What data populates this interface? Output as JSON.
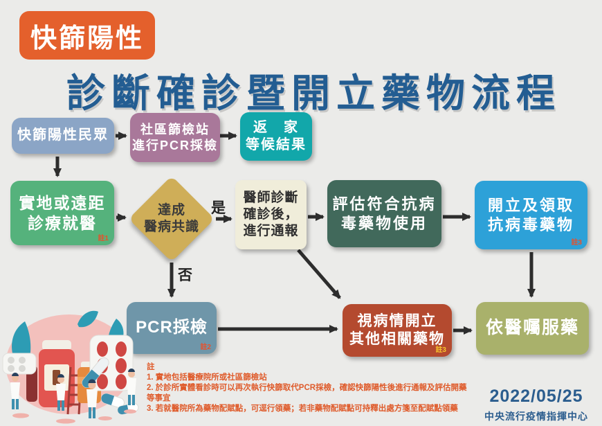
{
  "header": {
    "badge": "快篩陽性",
    "title": "診斷確診暨開立藥物流程"
  },
  "flow": {
    "rapid_positive_public": {
      "text": "快篩陽性民眾"
    },
    "community_station": {
      "line1": "社區篩檢站",
      "line2": "進行PCR採檢"
    },
    "return_home": {
      "line1": "返　家",
      "line2": "等候結果"
    },
    "in_person_telemedicine": {
      "line1": "實地或遠距",
      "line2": "診療就醫",
      "note": "註1"
    },
    "consensus_decision": {
      "line1": "達成",
      "line2": "醫病共識"
    },
    "label_yes": "是",
    "label_no": "否",
    "doctor_diagnosis": {
      "line1": "醫師診斷",
      "line2": "確診後，",
      "line3": "進行通報"
    },
    "evaluate_antiviral": {
      "line1": "評估符合抗病",
      "line2": "毒藥物使用"
    },
    "prescribe_antiviral": {
      "line1": "開立及領取",
      "line2": "抗病毒藥物",
      "note": "註3"
    },
    "pcr_test": {
      "text": "PCR採檢",
      "note": "註2"
    },
    "other_medications": {
      "line1": "視病情開立",
      "line2": "其他相關藥物",
      "note": "註3"
    },
    "follow_prescription": {
      "text": "依醫囑服藥"
    }
  },
  "notes": {
    "heading": "註",
    "items": [
      "1. 實地包括醫療院所或社區篩檢站",
      "2. 於診所實體看診時可以再次執行快篩取代PCR採檢，確認快篩陽性後進行通報及評估開藥等事宜",
      "3. 若就醫院所為藥物配賦點，可逕行領藥；若非藥物配賦點可持釋出處方箋至配賦點領藥"
    ]
  },
  "footer": {
    "date": "2022/05/25",
    "organization": "中央流行疫情指揮中心"
  },
  "colors": {
    "background": "#ebebe9",
    "badge_orange": "#e4602c",
    "title_blue": "#235d92",
    "box_rapid_positive": "#8ba5c6",
    "box_community_station": "#a9789a",
    "box_return_home": "#12a7aa",
    "box_in_person_telemedicine": "#55b27c",
    "diamond_consensus": "#cfae58",
    "box_doctor_diagnosis": "#f0edda",
    "box_evaluate_antiviral": "#41695b",
    "box_prescribe_antiviral": "#2da1d8",
    "box_pcr_test": "#6f96a9",
    "box_other_medications": "#b44a2f",
    "box_follow_prescription": "#a9b16b",
    "arrow": "#2d2d2d",
    "notes_text": "#df5b2b",
    "footer_text": "#2b5d8e"
  }
}
